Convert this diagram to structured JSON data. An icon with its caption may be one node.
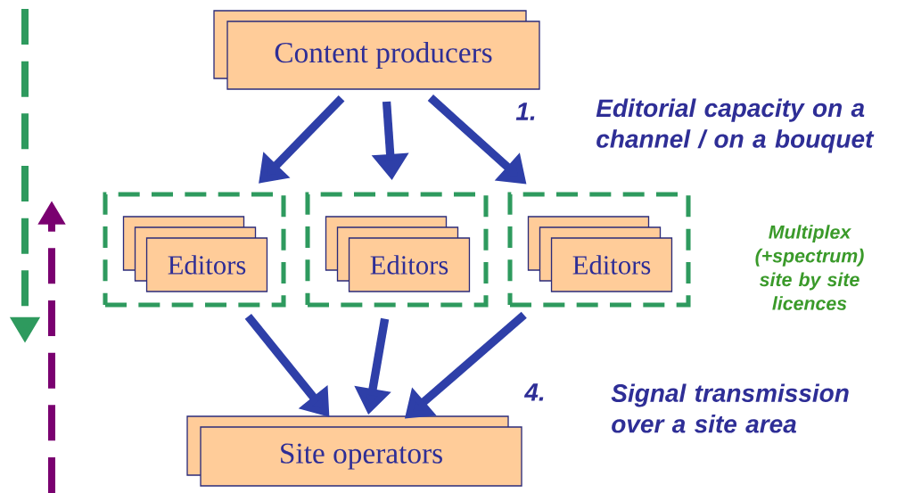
{
  "diagram": {
    "nodes": [
      {
        "text": [
          "Content producers"
        ]
      },
      {
        "text": [],
        "shape": "box"
      },
      {
        "text": [
          "Editors"
        ],
        "in": 1
      },
      {
        "text": [],
        "shape": "box"
      },
      {
        "text": [
          "Editors"
        ],
        "in": 3
      },
      {
        "text": [],
        "shape": "box"
      },
      {
        "text": [
          "Editors"
        ],
        "in": 5
      },
      {
        "text": [
          "Site operators"
        ]
      }
    ],
    "edges": [
      {
        "from": 0,
        "to": 1,
        "arrow": "to"
      },
      {
        "from": 0,
        "to": 3,
        "arrow": "to"
      },
      {
        "from": 0,
        "to": 5,
        "arrow": "to"
      },
      {
        "from": 1,
        "to": 7,
        "arrow": "to"
      },
      {
        "from": 3,
        "to": 7,
        "arrow": "to"
      },
      {
        "from": 5,
        "to": 7,
        "arrow": "to"
      }
    ],
    "labels": [
      "1.",
      "Editorial capacity on a channel / on a bouquet",
      "Multiplex (+spectrum) site by site licences",
      "4.",
      "Signal transmission over a site area"
    ]
  }
}
